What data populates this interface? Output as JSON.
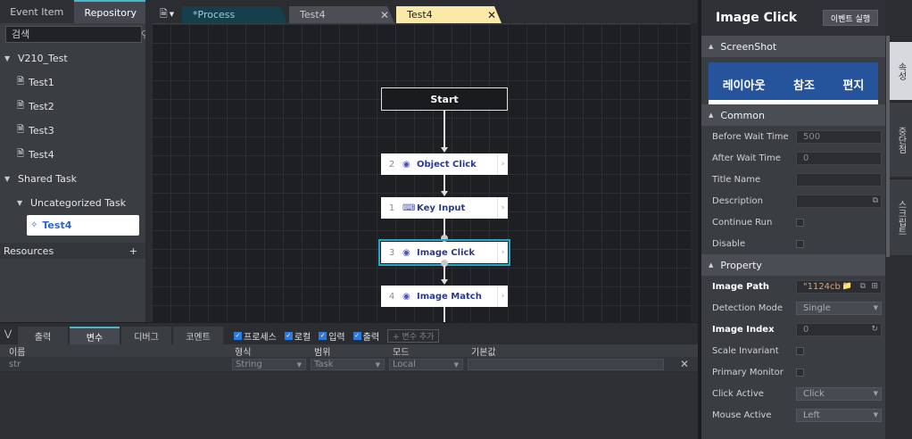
{
  "left_panel": {
    "tabs": [
      {
        "label": "Event Item",
        "active": false
      },
      {
        "label": "Repository",
        "active": true
      }
    ],
    "search_placeholder": "검색",
    "tree": [
      {
        "label": "V210_Test",
        "type": "folder",
        "depth": 0,
        "expanded": true
      },
      {
        "label": "Test1",
        "type": "file",
        "depth": 1
      },
      {
        "label": "Test2",
        "type": "file",
        "depth": 1
      },
      {
        "label": "Test3",
        "type": "file",
        "depth": 1
      },
      {
        "label": "Test4",
        "type": "file",
        "depth": 1
      },
      {
        "label": "Shared Task",
        "type": "folder",
        "depth": 0,
        "expanded": true
      },
      {
        "label": "Uncategorized Task",
        "type": "folder",
        "depth": 1,
        "expanded": true
      },
      {
        "label": "Test4",
        "type": "task",
        "depth": 2,
        "selected": true
      }
    ],
    "resources_label": "Resources",
    "resources_add": "+"
  },
  "editor_tabs": [
    {
      "label": "*Process",
      "closable": false
    },
    {
      "label": "Test4",
      "closable": true
    },
    {
      "label": "Test4",
      "closable": true,
      "active": true
    }
  ],
  "flow": {
    "start_label": "Start",
    "nodes": [
      {
        "num": "2",
        "label": "Object Click",
        "icon": "mouse-icon"
      },
      {
        "num": "1",
        "label": "Key Input",
        "icon": "keyboard-icon"
      },
      {
        "num": "3",
        "label": "Image Click",
        "icon": "mouse-icon",
        "selected": true
      },
      {
        "num": "4",
        "label": "Image Match",
        "icon": "mouse-icon"
      }
    ]
  },
  "properties": {
    "title": "Image Click",
    "run_event_button": "이벤트 실행",
    "screenshot_section": "ScreenShot",
    "screenshot_labels": [
      "레이아웃",
      "참조",
      "편지"
    ],
    "common_section": "Common",
    "common": [
      {
        "label": "Before Wait Time",
        "value": "500",
        "kind": "text"
      },
      {
        "label": "After Wait Time",
        "value": "0",
        "kind": "text"
      },
      {
        "label": "Title Name",
        "value": "",
        "kind": "text"
      },
      {
        "label": "Description",
        "value": "",
        "kind": "text-link"
      },
      {
        "label": "Continue Run",
        "kind": "checkbox",
        "checked": false
      },
      {
        "label": "Disable",
        "kind": "checkbox",
        "checked": false
      }
    ],
    "property_section": "Property",
    "property": [
      {
        "label": "Image Path",
        "value": "\"1124cb",
        "kind": "path",
        "bold": true
      },
      {
        "label": "Detection Mode",
        "value": "Single",
        "kind": "select"
      },
      {
        "label": "Image Index",
        "value": "0",
        "kind": "text-refresh",
        "bold": true
      },
      {
        "label": "Scale Invariant",
        "kind": "checkbox",
        "checked": false
      },
      {
        "label": "Primary Monitor",
        "kind": "checkbox",
        "checked": false
      },
      {
        "label": "Click Active",
        "value": "Click",
        "kind": "select"
      },
      {
        "label": "Mouse Active",
        "value": "Left",
        "kind": "select"
      }
    ]
  },
  "side_tabs": [
    {
      "label": "속성",
      "active": true
    },
    {
      "label": "중단점",
      "active": false
    },
    {
      "label": "스크립트",
      "active": false
    }
  ],
  "bottom_panel": {
    "tabs": [
      {
        "label": "출력",
        "active": false
      },
      {
        "label": "변수",
        "active": true
      },
      {
        "label": "디버그",
        "active": false
      },
      {
        "label": "코멘트",
        "active": false
      }
    ],
    "filters": [
      {
        "label": "프로세스",
        "checked": true
      },
      {
        "label": "로컬",
        "checked": true
      },
      {
        "label": "입력",
        "checked": true
      },
      {
        "label": "출력",
        "checked": true
      }
    ],
    "add_variable_label": "+ 변수 추가",
    "columns": [
      "이름",
      "형식",
      "범위",
      "모드",
      "기본값"
    ],
    "rows": [
      {
        "name": "str",
        "type": "String",
        "scope": "Task",
        "mode": "Local",
        "default": ""
      }
    ]
  },
  "colors": {
    "accent": "#4fb6c9",
    "selected_node_outline": "#27a8c9",
    "active_tab": "#fbe9a8"
  }
}
